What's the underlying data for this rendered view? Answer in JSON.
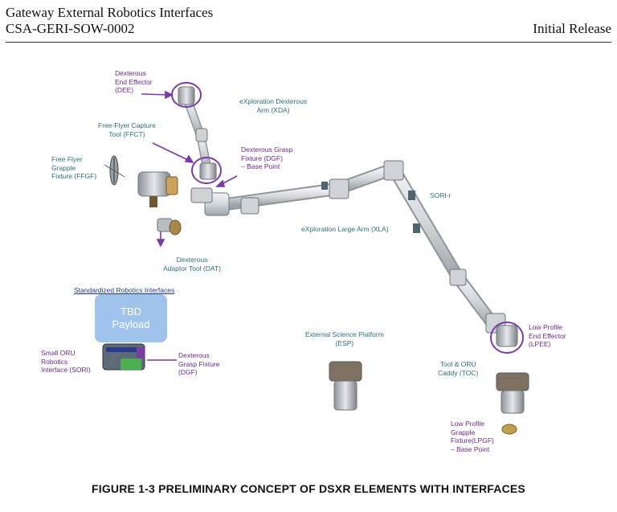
{
  "header": {
    "line1": "Gateway External Robotics Interfaces",
    "line2": "CSA-GERI-SOW-0002",
    "release": "Initial Release"
  },
  "figure": {
    "labels": {
      "dee": "Dexterous\nEnd Effector\n(DEE)",
      "xda": "eXploration Dexterous\nArm (XDA)",
      "ffct": "Free-Flyer Capture\nTool (FFCT)",
      "ffgf": "Free Flyer\nGrapple\nFixture (FFGF)",
      "dgf_base": "Dexterous Grasp\nFixture (DGF)\n– Base Point",
      "sori_r": "SORI-r",
      "xla": "eXploration Large Arm (XLA)",
      "dat": "Dexterous\nAdaptor Tool (DAT)",
      "std_interfaces": "Standardized Robotics Interfaces",
      "tbd_payload": "TBD\nPayload",
      "sori": "Small ORU\nRobotics\nInterface (SORI)",
      "dgf": "Dexterous\nGrasp Fixture\n(DGF)",
      "esp": "External Science Platform\n(ESP)",
      "toc": "Tool & ORU\nCaddy (TOC)",
      "lpee": "Low Profile\nEnd Effector\n(LPEE)",
      "lpgf": "Low Profile\nGrapple\nFixture(LPGF)\n– Base Point"
    },
    "colors": {
      "purple": "#6a2a8e",
      "teal": "#2a6f78",
      "payload": "#9fc3ea",
      "arm": "#d8dcde"
    }
  },
  "caption": "FIGURE 1-3  PRELIMINARY CONCEPT OF DSXR ELEMENTS WITH INTERFACES"
}
